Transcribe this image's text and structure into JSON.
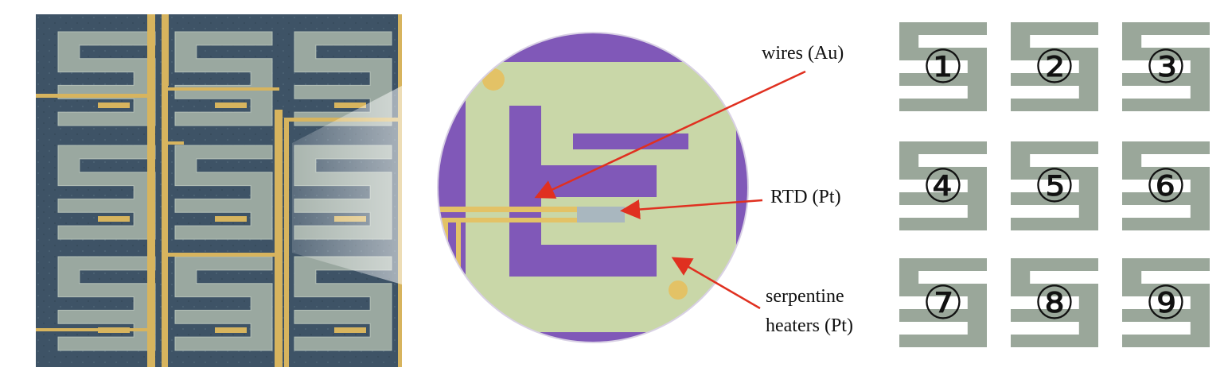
{
  "annotations": {
    "wires": "wires (Au)",
    "rtd": "RTD (Pt)",
    "heaters_line1": "serpentine",
    "heaters_line2": "heaters (Pt)"
  },
  "heater_grid": {
    "numbers": [
      "①",
      "②",
      "③",
      "④",
      "⑤",
      "⑥",
      "⑦",
      "⑧",
      "⑨"
    ],
    "heater_color": "#9aa79a"
  },
  "colors": {
    "substrate_dark": "#3e5366",
    "metal_gold": "#d7b45e",
    "platinum_gray": "#9aa8a0",
    "magnified_background": "#8058b8",
    "magnified_heater": "#c9d7a8",
    "arrow_red": "#e03020"
  }
}
